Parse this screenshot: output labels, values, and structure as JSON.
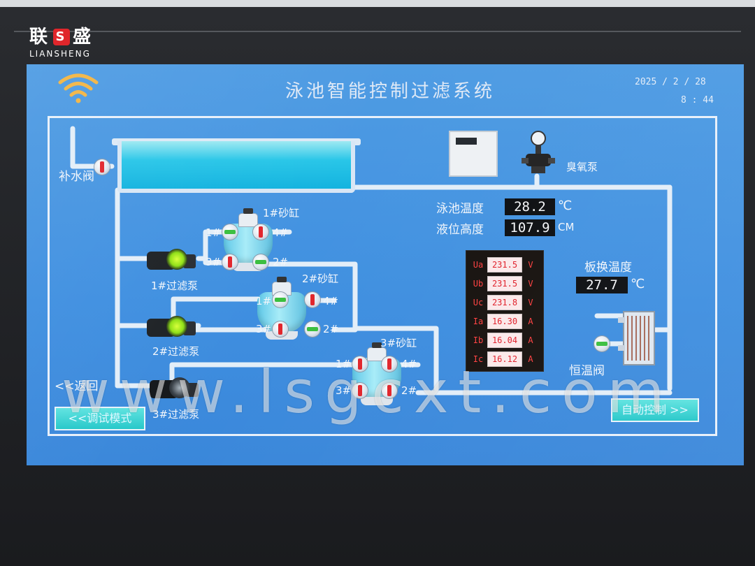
{
  "brand": {
    "name_left": "联",
    "name_right": "盛",
    "logo_glyph": "S",
    "name_en": "LIANSHENG",
    "logo_color": "#e0262b"
  },
  "header": {
    "title": "泳池智能控制过滤系统",
    "date": "2025 / 2 / 28",
    "time": "8 : 44"
  },
  "labels": {
    "makeup_valve": "补水阀",
    "ozone_pump": "臭氧泵",
    "sand_tank_1": "1#砂缸",
    "sand_tank_2": "2#砂缸",
    "sand_tank_3": "3#砂缸",
    "filter_pump_1": "1#过滤泵",
    "filter_pump_2": "2#过滤泵",
    "filter_pump_3": "3#过滤泵",
    "thermostatic_valve": "恒温阀",
    "port_1": "1#",
    "port_2": "2#",
    "port_3": "3#",
    "port_4": "4#"
  },
  "readings": {
    "pool_temp_label": "泳池温度",
    "pool_temp_value": "28.2",
    "pool_temp_unit": "℃",
    "level_label": "液位高度",
    "level_value": "107.9",
    "level_unit": "CM",
    "hx_temp_label": "板换温度",
    "hx_temp_value": "27.7",
    "hx_temp_unit": "℃"
  },
  "power_meter": {
    "rows": [
      {
        "name": "Ua",
        "value": "231.5",
        "unit": "V"
      },
      {
        "name": "Ub",
        "value": "231.5",
        "unit": "V"
      },
      {
        "name": "Uc",
        "value": "231.8",
        "unit": "V"
      },
      {
        "name": "Ia",
        "value": "16.30",
        "unit": "A"
      },
      {
        "name": "Ib",
        "value": "16.04",
        "unit": "A"
      },
      {
        "name": "Ic",
        "value": "16.12",
        "unit": "A"
      }
    ]
  },
  "nav": {
    "back_label": "<<返回",
    "debug_mode_label": "<<调试模式",
    "auto_control_label": "自动控制 >>"
  },
  "watermark": "www.lsgcxt.com",
  "colors": {
    "screen_bg": "#3f8fe0",
    "pipe": "#e3eef8",
    "valve_open": "#3bbf3f",
    "valve_closed": "#e1262c",
    "meter_text": "#e0202a"
  }
}
